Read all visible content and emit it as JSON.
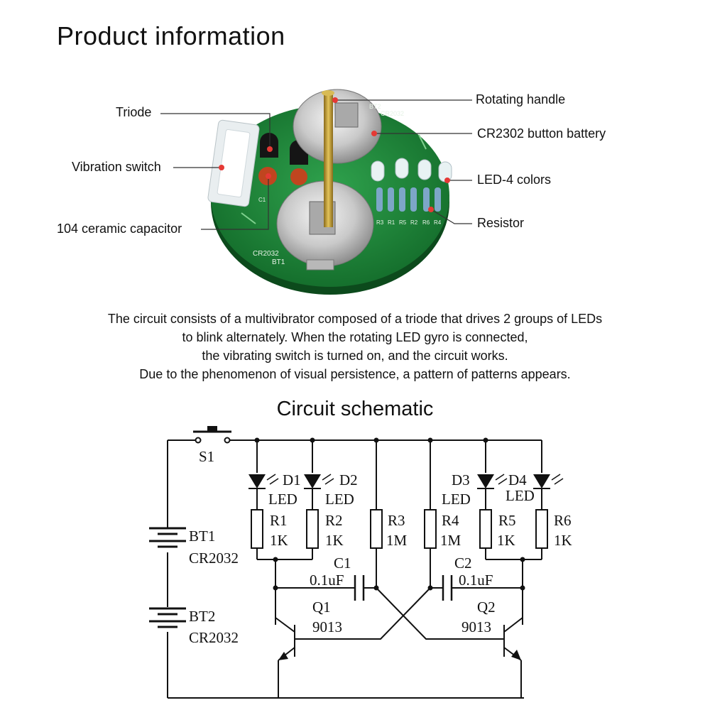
{
  "page": {
    "title": "Product information",
    "schematic_title": "Circuit schematic"
  },
  "callouts": {
    "triode": "Triode",
    "vibration_switch": "Vibration switch",
    "ceramic_capacitor": "104 ceramic capacitor",
    "rotating_handle": "Rotating handle",
    "button_battery": "CR2302 button battery",
    "led_colors": "LED-4 colors",
    "resistor": "Resistor"
  },
  "board_silkscreen": {
    "bt2": "BT2",
    "cr2032_top": "CR2032",
    "cr2032_bottom": "CR2032",
    "bt1": "BT1",
    "c1": "C1",
    "r_labels": [
      "R3",
      "R1",
      "R5",
      "R2",
      "R6",
      "R4"
    ]
  },
  "description": [
    "The circuit consists of a multivibrator composed of a triode that drives 2 groups of LEDs",
    "to blink alternately. When the rotating LED gyro is connected,",
    "the vibrating switch is turned on, and the circuit works.",
    "Due to the phenomenon of visual persistence, a pattern of patterns appears."
  ],
  "schematic": {
    "switch": "S1",
    "bt1": "BT1",
    "bt1_type": "CR2032",
    "bt2": "BT2",
    "bt2_type": "CR2032",
    "d1": "D1",
    "d2": "D2",
    "d3": "D3",
    "d4": "D4",
    "led": "LED",
    "r1": "R1",
    "r2": "R2",
    "r3": "R3",
    "r4": "R4",
    "r5": "R5",
    "r6": "R6",
    "val_1k": "1K",
    "val_1m": "1M",
    "c1": "C1",
    "c2": "C2",
    "cap_val": "0.1uF",
    "q1": "Q1",
    "q2": "Q2",
    "transistor": "9013"
  },
  "colors": {
    "pcb": "#1f8a3c",
    "led_marker": "#e53935",
    "wire": "#111111"
  }
}
